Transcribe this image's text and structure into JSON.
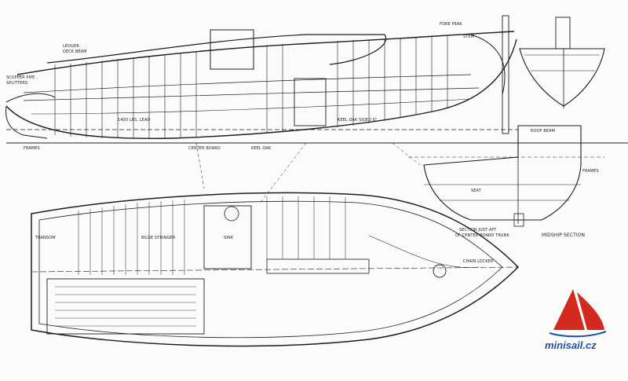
{
  "drawing": {
    "labels": {
      "profile_left_1": "SCUPPER PIPE",
      "profile_left_2": "SPLITTERS",
      "profile_top_1": "LEDGER",
      "profile_top_2": "DECK BEAM",
      "profile_mid_1": "1400 LBS. LEAD",
      "profile_mid_2": "CENTER BOARD",
      "profile_mid_3": "KEEL OAK",
      "profile_right_1": "STEM",
      "profile_right_2": "FORE PEAK",
      "profile_right_3": "KEEL OAK SIDED 5\"",
      "baseline": "FRAMES",
      "section_title_1": "SECTION JUST AFT",
      "section_title_2": "OF CENTER BOARD TRUNK",
      "midship_title": "MIDSHIP SECTION",
      "midship_note_1": "ROOF BEAM",
      "midship_note_2": "FRAMES",
      "midship_note_3": "SEAT",
      "plan_note_1": "BILGE STRINGER",
      "plan_note_2": "SINK",
      "plan_note_3": "TRANSOM",
      "plan_note_4": "CHAIN LOCKER"
    }
  },
  "logo": {
    "text": "minisail.cz",
    "sail_color": "#d42a1e",
    "text_color": "#1d4fa8"
  }
}
